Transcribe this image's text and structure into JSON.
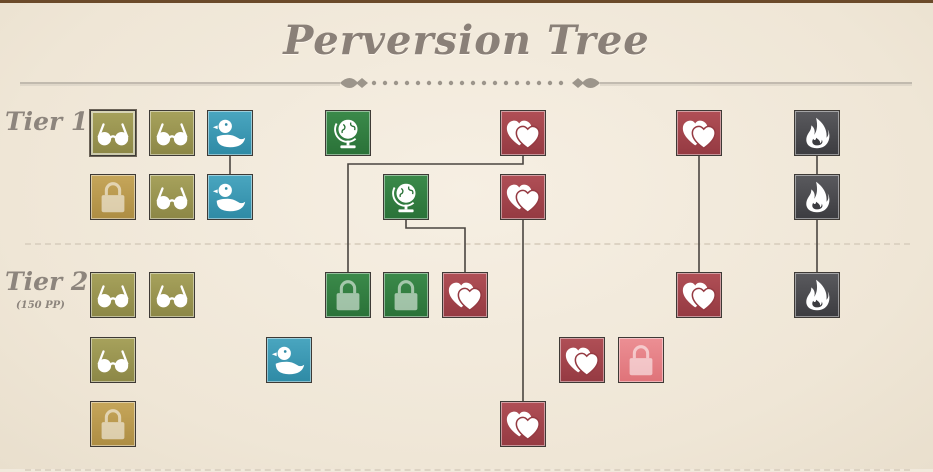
{
  "title": "Perversion Tree",
  "tiers": [
    {
      "label": "Tier 1",
      "sub": ""
    },
    {
      "label": "Tier 2",
      "sub": "(150 PP)"
    }
  ],
  "colors": {
    "glasses": "#9b9650",
    "lock_gold": "#bb9b4f",
    "duck": "#3c98b3",
    "globe": "#327e41",
    "hearts": "#a3454c",
    "fire": "#4b4b4f",
    "lock_pink": "#e6818a"
  },
  "nodes": [
    {
      "id": "t1-glasses-1",
      "icon": "glasses-icon",
      "color": "olive",
      "selected": true
    },
    {
      "id": "t1-glasses-2",
      "icon": "glasses-icon",
      "color": "olive"
    },
    {
      "id": "t1-duck-1",
      "icon": "duck-icon",
      "color": "teal"
    },
    {
      "id": "t1-globe-1",
      "icon": "globe-icon",
      "color": "green"
    },
    {
      "id": "t1-hearts-1",
      "icon": "hearts-icon",
      "color": "red"
    },
    {
      "id": "t1-hearts-2",
      "icon": "hearts-icon",
      "color": "red"
    },
    {
      "id": "t1-fire-1",
      "icon": "fire-icon",
      "color": "dark"
    },
    {
      "id": "t1-lock-1",
      "icon": "lock-icon",
      "color": "gold",
      "locked": true
    },
    {
      "id": "t1-glasses-3",
      "icon": "glasses-icon",
      "color": "olive"
    },
    {
      "id": "t1-duck-2",
      "icon": "duck-icon",
      "color": "teal"
    },
    {
      "id": "t1-globe-2",
      "icon": "globe-icon",
      "color": "green"
    },
    {
      "id": "t1-hearts-3",
      "icon": "hearts-icon",
      "color": "red"
    },
    {
      "id": "t1-fire-2",
      "icon": "fire-icon",
      "color": "dark"
    },
    {
      "id": "t2-glasses-1",
      "icon": "glasses-icon",
      "color": "olive"
    },
    {
      "id": "t2-glasses-2",
      "icon": "glasses-icon",
      "color": "olive"
    },
    {
      "id": "t2-lock-green-1",
      "icon": "lock-icon",
      "color": "green",
      "locked": true
    },
    {
      "id": "t2-lock-green-2",
      "icon": "lock-icon",
      "color": "green",
      "locked": true
    },
    {
      "id": "t2-hearts-1",
      "icon": "hearts-icon",
      "color": "red"
    },
    {
      "id": "t2-hearts-2",
      "icon": "hearts-icon",
      "color": "red"
    },
    {
      "id": "t2-fire-1",
      "icon": "fire-icon",
      "color": "dark"
    },
    {
      "id": "t2-glasses-3",
      "icon": "glasses-icon",
      "color": "olive"
    },
    {
      "id": "t2-duck-1",
      "icon": "duck-icon",
      "color": "teal"
    },
    {
      "id": "t2-hearts-3",
      "icon": "hearts-icon",
      "color": "red"
    },
    {
      "id": "t2-lock-pink-1",
      "icon": "lock-icon",
      "color": "pink",
      "locked": true
    },
    {
      "id": "t2-lock-gold-1",
      "icon": "lock-icon",
      "color": "gold",
      "locked": true
    },
    {
      "id": "t2-hearts-4",
      "icon": "hearts-icon",
      "color": "red"
    }
  ],
  "connections": [
    [
      "t1-duck-1",
      "t1-duck-2"
    ],
    [
      "t1-hearts-1",
      "t2-lock-green-1"
    ],
    [
      "t1-globe-2",
      "t2-hearts-1"
    ],
    [
      "t1-hearts-3",
      "t2-hearts-4"
    ],
    [
      "t1-hearts-2",
      "t2-hearts-2"
    ],
    [
      "t1-fire-1",
      "t1-fire-2"
    ],
    [
      "t1-fire-2",
      "t2-fire-1"
    ]
  ]
}
